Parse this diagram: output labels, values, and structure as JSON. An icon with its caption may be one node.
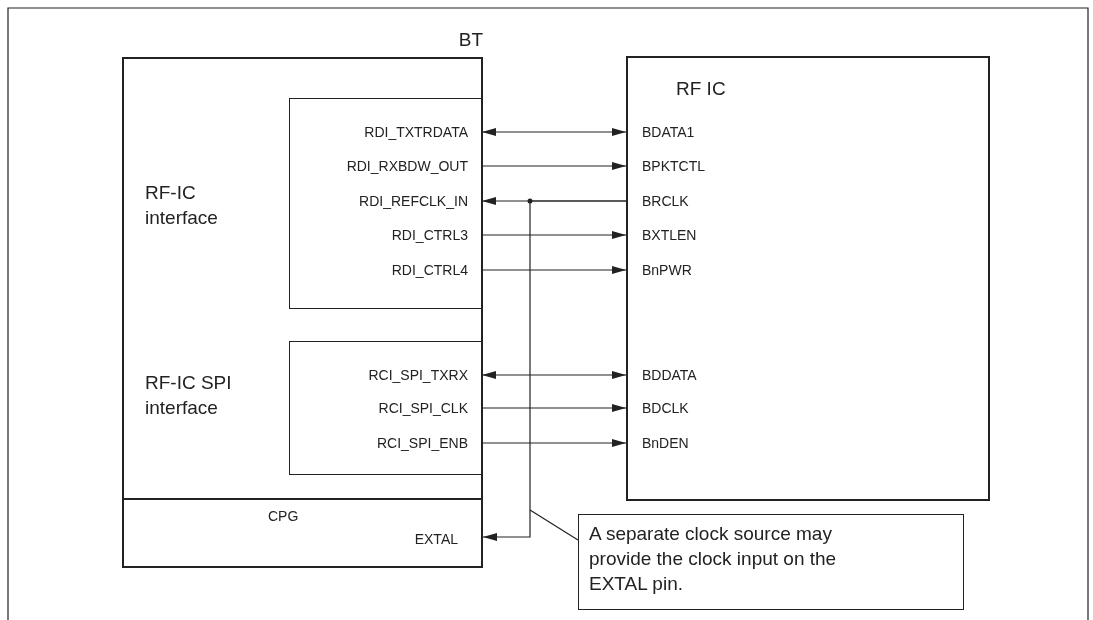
{
  "diagram": {
    "nodes": [
      {
        "text": [
          "BT"
        ]
      },
      {
        "text": [],
        "shape": "box",
        "in": 0
      },
      {
        "text": [
          "RDI_TXTRDATA"
        ],
        "in": 1
      },
      {
        "text": [
          "RDI_RXBDW_OUT"
        ],
        "in": 1
      },
      {
        "text": [
          "RDI_REFCLK_IN"
        ],
        "in": 1
      },
      {
        "text": [
          "RDI_CTRL3"
        ],
        "in": 1
      },
      {
        "text": [
          "RDI_CTRL4"
        ],
        "in": 1
      },
      {
        "text": [],
        "shape": "box",
        "in": 0
      },
      {
        "text": [
          "RCI_SPI_TXRX"
        ],
        "in": 7
      },
      {
        "text": [
          "RCI_SPI_CLK"
        ],
        "in": 7
      },
      {
        "text": [
          "RCI_SPI_ENB"
        ],
        "in": 7
      },
      {
        "text": [
          "CPG"
        ],
        "in": 0
      },
      {
        "text": [
          "EXTAL"
        ],
        "in": 11
      },
      {
        "text": [
          "RF IC"
        ]
      },
      {
        "text": [
          "BDATA1"
        ],
        "in": 13
      },
      {
        "text": [
          "BPKTCTL"
        ],
        "in": 13
      },
      {
        "text": [
          "BRCLK"
        ],
        "in": 13
      },
      {
        "text": [
          "BXTLEN"
        ],
        "in": 13
      },
      {
        "text": [
          "BnPWR"
        ],
        "in": 13
      },
      {
        "text": [
          "BDDATA"
        ],
        "in": 13
      },
      {
        "text": [
          "BDCLK"
        ],
        "in": 13
      },
      {
        "text": [
          "BnDEN"
        ],
        "in": 13
      },
      {
        "text": [
          "A separate clock source may provide the clock input on the EXTAL pin."
        ]
      }
    ],
    "edges": [
      {
        "from": 2,
        "to": 14,
        "arrow": "both"
      },
      {
        "from": 3,
        "to": 15,
        "arrow": "to"
      },
      {
        "from": 16,
        "to": 4,
        "arrow": "to"
      },
      {
        "from": 5,
        "to": 17,
        "arrow": "to"
      },
      {
        "from": 6,
        "to": 18,
        "arrow": "to"
      },
      {
        "from": 8,
        "to": 19,
        "arrow": "both"
      },
      {
        "from": 9,
        "to": 20,
        "arrow": "to"
      },
      {
        "from": 10,
        "to": 21,
        "arrow": "to"
      },
      {
        "from": 16,
        "to": 12,
        "arrow": "to"
      },
      {
        "from": 22,
        "to": null,
        "arrow": "none"
      }
    ],
    "labels": [
      "RF-IC interface",
      "RF-IC SPI interface"
    ]
  }
}
